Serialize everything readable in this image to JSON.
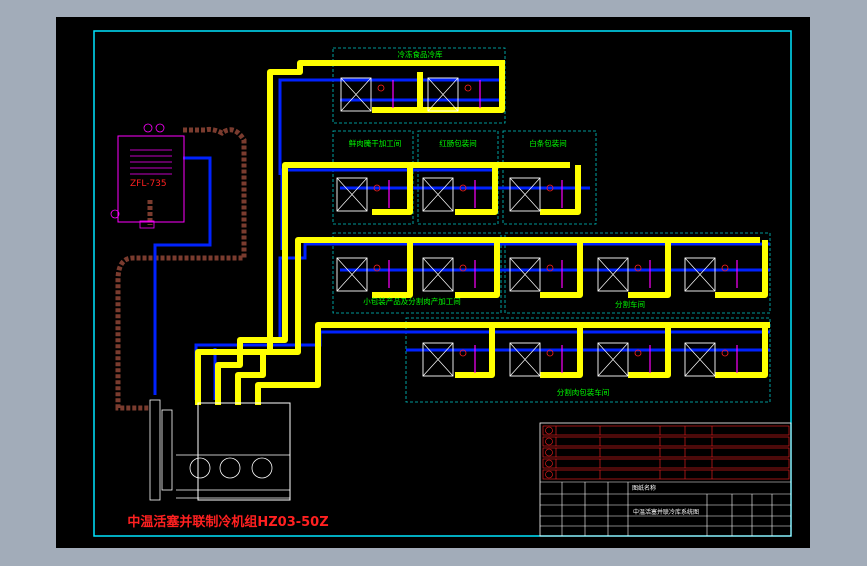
{
  "title": "中温活塞并联制冷机组HZ03-50Z",
  "condenser_label": "ZFL-735",
  "rooms": [
    {
      "id": "r1",
      "label": "冷冻食品冷库"
    },
    {
      "id": "r2",
      "label": "鲜肉腌干加工间"
    },
    {
      "id": "r3",
      "label": "红肠包装间"
    },
    {
      "id": "r4",
      "label": "白条包装间"
    },
    {
      "id": "r5",
      "label": "小包装产品及分割肉产加工间"
    },
    {
      "id": "r6",
      "label": "分割车间"
    },
    {
      "id": "r7",
      "label": "分割肉包装车间"
    }
  ],
  "title_block": {
    "header": "图纸名称",
    "name": "中温活塞并联冷库系统图"
  },
  "colors": {
    "background": "#000000",
    "frame": "#00e5ff",
    "suction": "#ffff00",
    "liquid": "#0022ff",
    "discharge": "#7a3b2e",
    "red": "#ff2020",
    "green": "#00ff00",
    "magenta": "#ff00ff",
    "white": "#ffffff"
  }
}
